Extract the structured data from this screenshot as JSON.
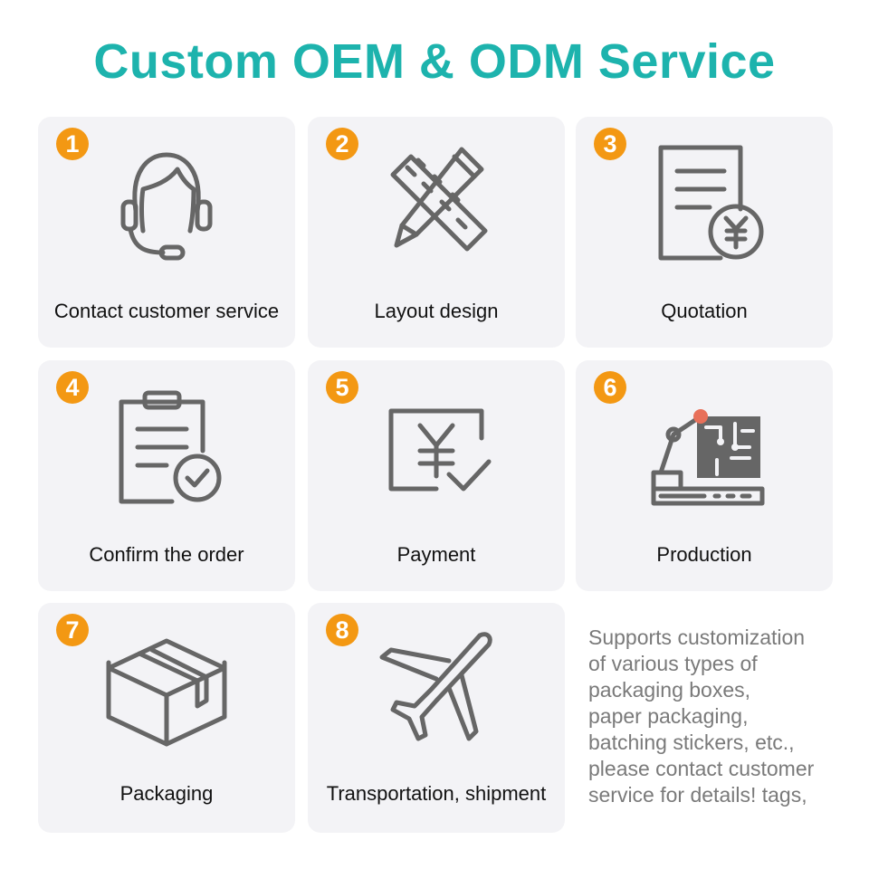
{
  "title": "Custom OEM & ODM Service",
  "colors": {
    "title": "#1db3ad",
    "badge": "#f39813",
    "icon_stroke": "#666666",
    "card_bg": "#f3f3f6",
    "note_text": "#7a7a7a"
  },
  "steps": [
    {
      "number": "1",
      "label": "Contact customer service",
      "icon": "headset-agent-icon"
    },
    {
      "number": "2",
      "label": "Layout design",
      "icon": "pencil-ruler-icon"
    },
    {
      "number": "3",
      "label": "Quotation",
      "icon": "document-yen-icon"
    },
    {
      "number": "4",
      "label": "Confirm the order",
      "icon": "clipboard-check-icon"
    },
    {
      "number": "5",
      "label": "Payment",
      "icon": "yen-check-icon"
    },
    {
      "number": "6",
      "label": "Production",
      "icon": "robot-arm-factory-icon"
    },
    {
      "number": "7",
      "label": "Packaging",
      "icon": "box-icon"
    },
    {
      "number": "8",
      "label": "Transportation, shipment",
      "icon": "airplane-icon"
    }
  ],
  "note": {
    "lines": [
      "Supports customization",
      "of various types of",
      "packaging boxes,",
      "paper packaging,",
      "batching stickers, etc.,",
      "please contact customer",
      "service for details! tags,"
    ]
  }
}
